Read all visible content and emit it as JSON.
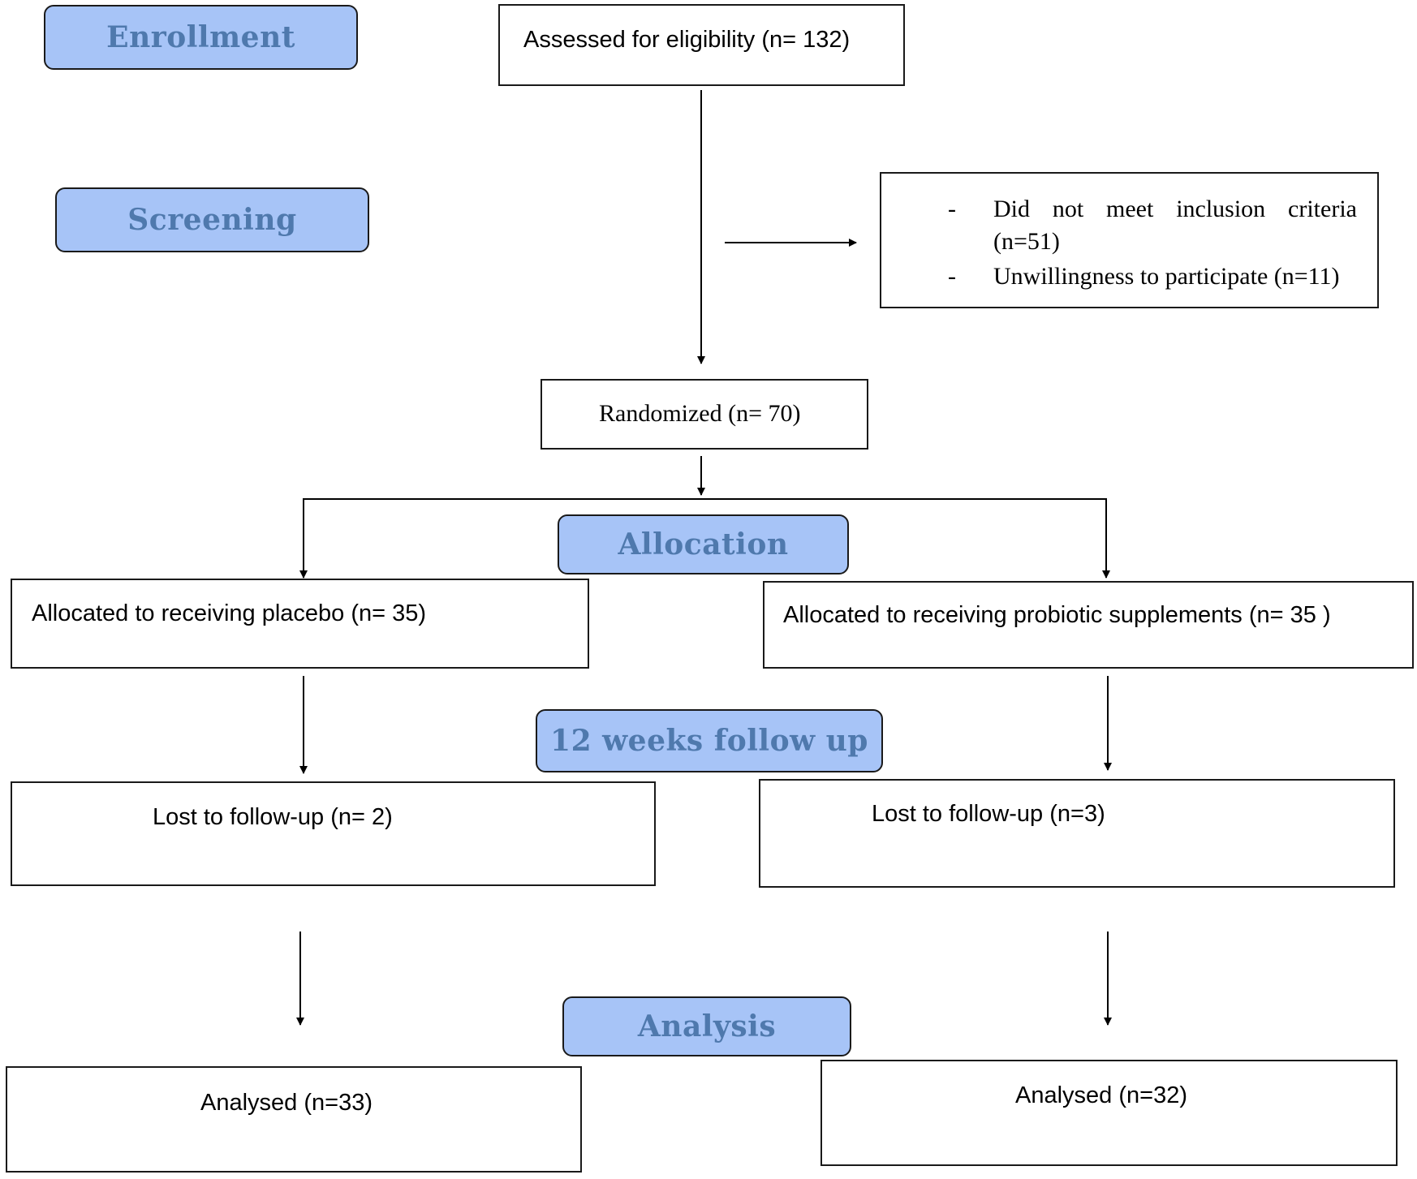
{
  "phases": {
    "enrollment": "Enrollment",
    "screening": "Screening",
    "allocation": "Allocation",
    "followup": "12 weeks follow up",
    "analysis": "Analysis"
  },
  "boxes": {
    "assessed": "Assessed for eligibility (n= 132)",
    "excluded": {
      "bullet": "-",
      "item1_line1_words": [
        "Did",
        "not",
        "meet",
        "inclusion",
        "criteria"
      ],
      "item1_line2": "(n=51)",
      "item2": "Unwillingness to participate (n=11)"
    },
    "randomized": "Randomized (n= 70)",
    "placebo": "Allocated to receiving placebo (n= 35)",
    "probiotic": "Allocated to receiving probiotic supplements (n= 35 )",
    "lost_placebo": "Lost to follow-up (n= 2)",
    "lost_probiotic": "Lost to follow-up (n=3)",
    "analysed_placebo": "Analysed (n=33)",
    "analysed_probiotic": "Analysed (n=32)"
  }
}
